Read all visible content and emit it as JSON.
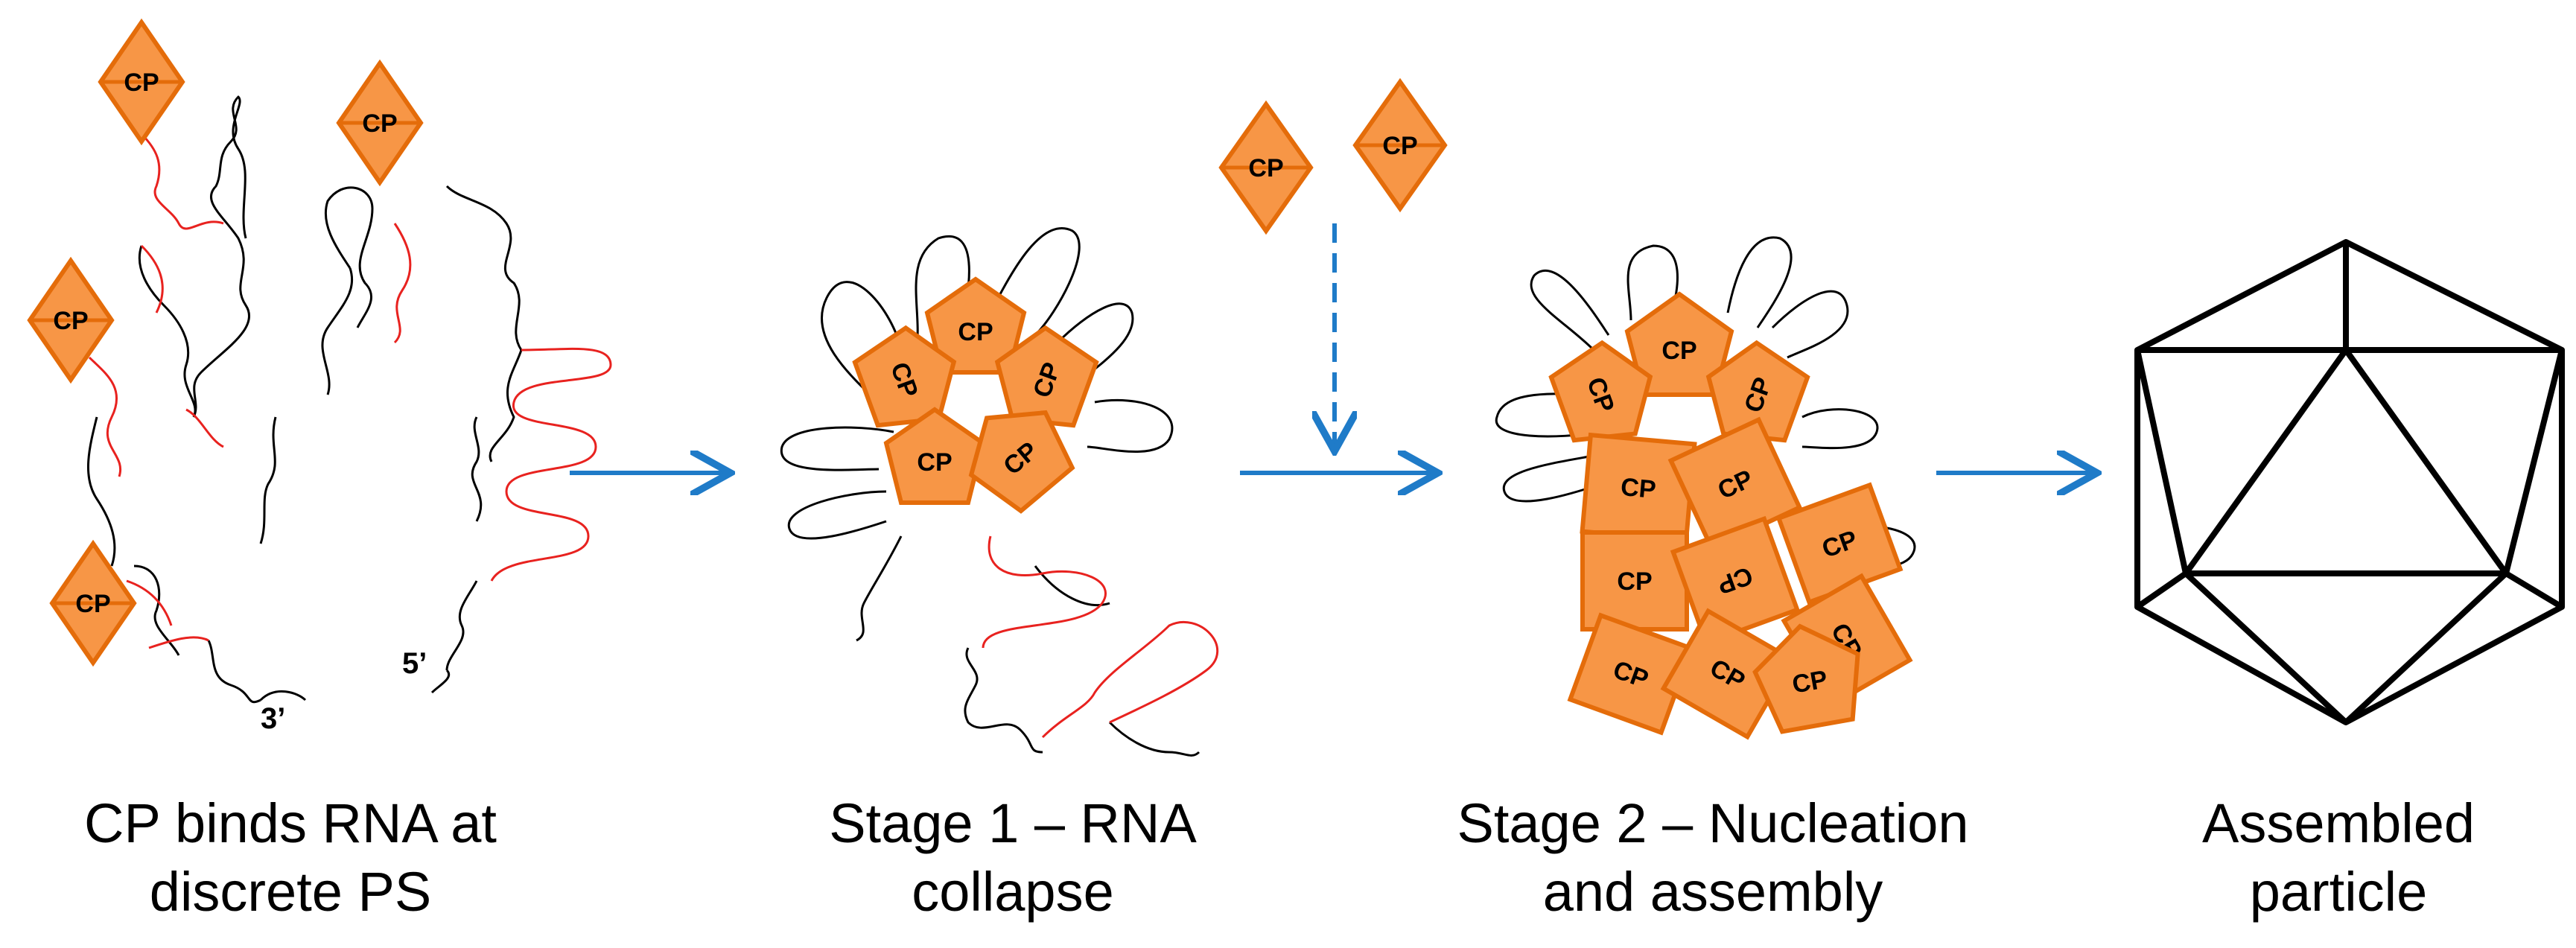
{
  "cp_label": "CP",
  "end_labels": {
    "three_prime": "3’",
    "five_prime": "5’"
  },
  "captions": {
    "stage0": {
      "line1": "CP binds RNA at",
      "line2": "discrete PS"
    },
    "stage1": {
      "line1": "Stage 1 – RNA",
      "line2": "collapse"
    },
    "stage2": {
      "line1": "Stage 2 – Nucleation",
      "line2": "and assembly"
    },
    "stage3": {
      "line1": "Assembled",
      "line2": "particle"
    }
  },
  "colors": {
    "capsid_fill": "#F79646",
    "capsid_stroke": "#E46C0A",
    "rna_packaging_signal": "#E8221F",
    "rna_strand": "#000000",
    "arrow": "#1F7BC8"
  }
}
